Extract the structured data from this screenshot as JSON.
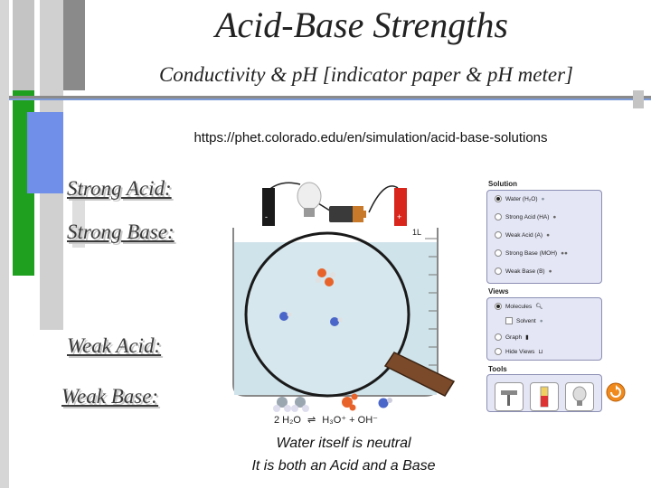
{
  "title": "Acid-Base Strengths",
  "subtitle": "Conductivity & pH [indicator paper & pH meter]",
  "url": "https://phet.colorado.edu/en/simulation/acid-base-solutions",
  "labels": {
    "strong_acid": "Strong Acid:",
    "strong_base": "Strong Base:",
    "weak_acid": "Weak Acid:",
    "weak_base": "Weak Base:"
  },
  "caption": {
    "line1": "Water itself is neutral",
    "line2": "It is both an Acid and a Base"
  },
  "simulation": {
    "battery_minus": "-",
    "battery_plus": "+",
    "volume_label": "1L",
    "equation": {
      "reactant": "2 H₂O",
      "product1": "H₃O⁺",
      "plus": "+",
      "product2": "OH⁻"
    },
    "solution_panel": {
      "title": "Solution",
      "options": [
        {
          "label": "Water (H₂O)",
          "selected": true
        },
        {
          "label": "Strong Acid (HA)",
          "selected": false
        },
        {
          "label": "Weak Acid (A)",
          "selected": false
        },
        {
          "label": "Strong Base (MOH)",
          "selected": false
        },
        {
          "label": "Weak Base (B)",
          "selected": false
        }
      ]
    },
    "views_panel": {
      "title": "Views",
      "molecules": "Molecules",
      "solvent": "Solvent",
      "graph": "Graph",
      "hide_views": "Hide Views"
    },
    "tools_panel": {
      "title": "Tools"
    },
    "colors": {
      "water": "#cfe3ea",
      "hydronium": "#e8632a",
      "hydroxide": "#4a66c8",
      "panel": "#e4e6f5",
      "reset": "#f08a1c"
    }
  }
}
